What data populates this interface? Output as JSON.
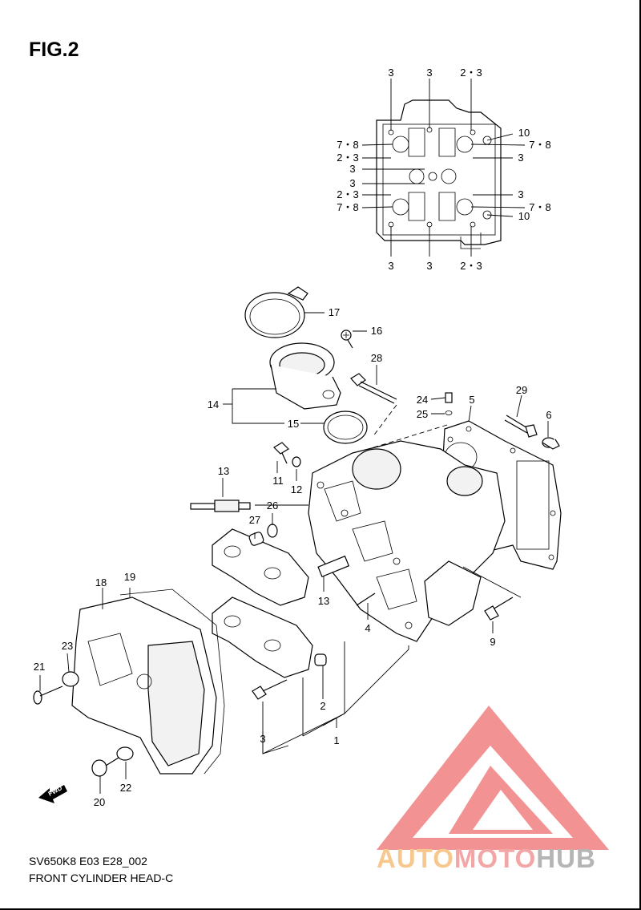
{
  "figure": {
    "title": "FIG.2"
  },
  "footer": {
    "code": "SV650K8 E03 E28_002",
    "name": "FRONT CYLINDER HEAD-C"
  },
  "watermark": {
    "part1": "AUTO",
    "part2": "MOTO",
    "part3": "HUB",
    "colors": {
      "auto": "#f7c88e",
      "moto": "#f3a6a6",
      "hub": "#b5b5b5",
      "triangle": "#f08080"
    }
  },
  "fwd_label": "FWD",
  "callouts": {
    "c1": "1",
    "c2": "2",
    "c3": "3",
    "c4": "4",
    "c5": "5",
    "c6": "6",
    "c9": "9",
    "c11": "11",
    "c12": "12",
    "c13a": "13",
    "c13b": "13",
    "c14": "14",
    "c15": "15",
    "c16": "16",
    "c17": "17",
    "c18": "18",
    "c19": "19",
    "c20": "20",
    "c21": "21",
    "c22": "22",
    "c23": "23",
    "c24": "24",
    "c25": "25",
    "c26": "26",
    "c27": "27",
    "c28": "28",
    "c29": "29"
  },
  "inset_labels": {
    "t1": "3",
    "t2": "3",
    "t3": "2・3",
    "r1": "10",
    "r2": "7・8",
    "r3": "3",
    "r4": "3",
    "r5": "7・8",
    "r6": "10",
    "l1": "7・8",
    "l2": "2・3",
    "l3": "3",
    "l4": "3",
    "l5": "2・3",
    "l6": "7・8",
    "b1": "3",
    "b2": "3",
    "b3": "2・3"
  }
}
